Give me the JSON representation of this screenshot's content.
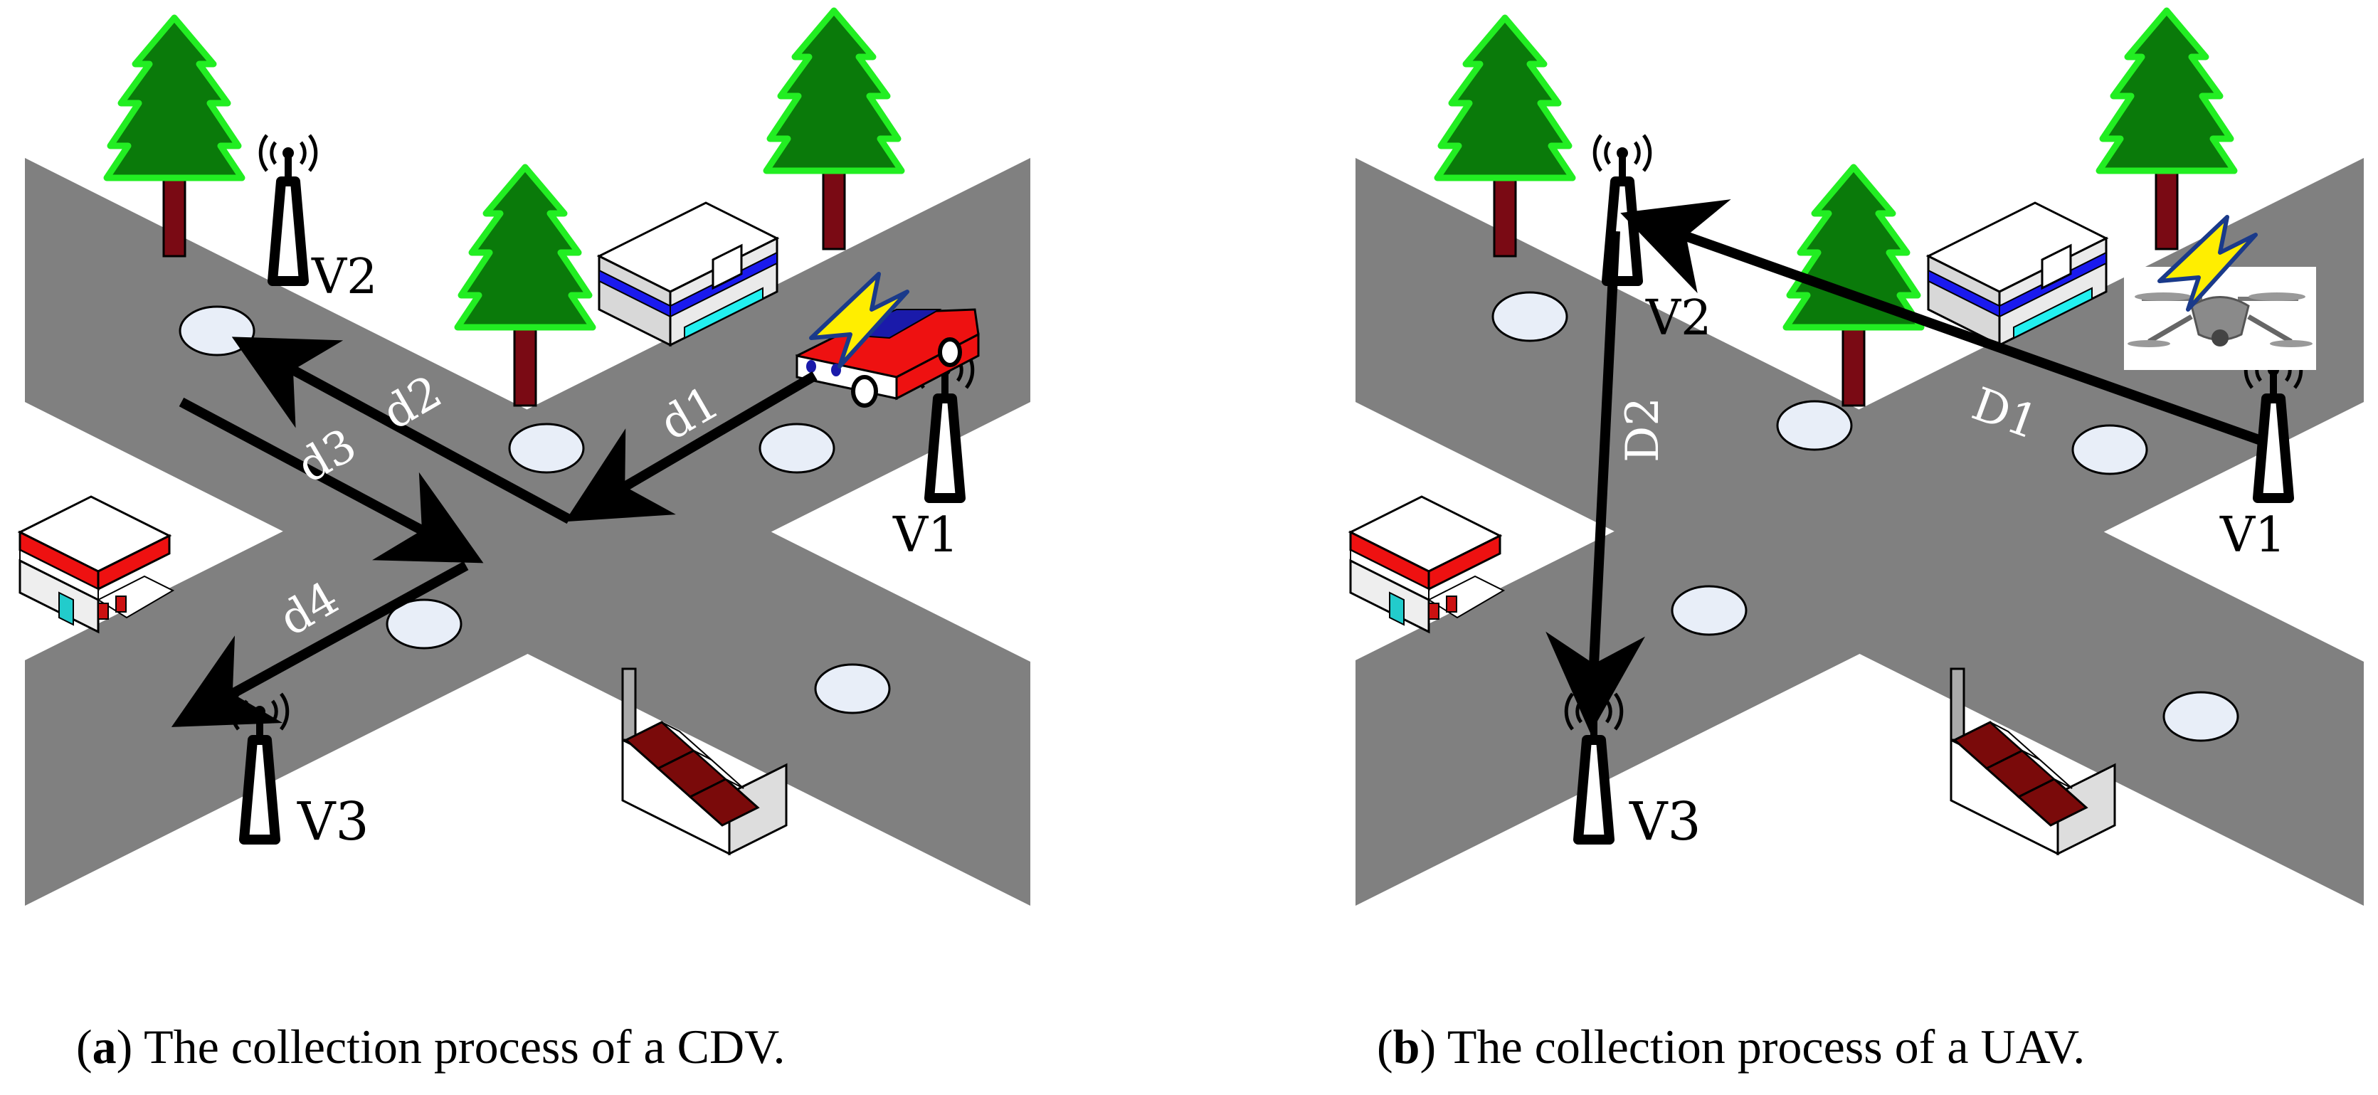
{
  "panel_a": {
    "labels": {
      "v1": "V1",
      "v2": "V2",
      "v3": "V3"
    },
    "segments": {
      "d1": "d1",
      "d2": "d2",
      "d3": "d3",
      "d4": "d4"
    },
    "caption": {
      "letter": "a",
      "text": " The collection process of a CDV."
    }
  },
  "panel_b": {
    "labels": {
      "v1": "V1",
      "v2": "V2",
      "v3": "V3"
    },
    "segments": {
      "D1": "D1",
      "D2": "D2"
    },
    "caption": {
      "letter": "b",
      "text": " The collection process of a UAV."
    }
  },
  "colors": {
    "road": "#808080",
    "tree_foliage": "#0a7a0a",
    "tree_outline": "#22ee22",
    "trunk": "#7a0a14",
    "car": "#ee1111",
    "lightning": "#ffee00",
    "factory_roof": "#7a0a0a",
    "node_fill": "#e8eef8"
  }
}
